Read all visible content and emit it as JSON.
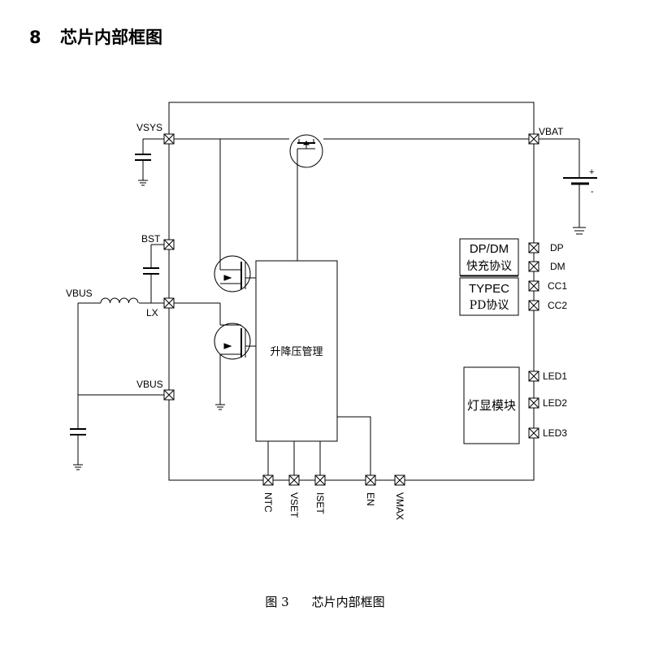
{
  "section": {
    "number": "8",
    "title": "芯片内部框图"
  },
  "caption": {
    "figure": "图 3",
    "title": "芯片内部框图"
  },
  "diagram": {
    "pins_left": [
      "VSYS",
      "BST",
      "LX",
      "VBUS"
    ],
    "pin_vbat": "VBAT",
    "external_vbus": "VBUS",
    "pins_right": [
      "DP",
      "DM",
      "CC1",
      "CC2",
      "LED1",
      "LED2",
      "LED3"
    ],
    "pins_bottom": [
      "NTC",
      "VSET",
      "ISET",
      "EN",
      "VMAX"
    ],
    "block_core": "升降压管理",
    "block_dpdm": {
      "line1": "DP/DM",
      "line2": "快充协议"
    },
    "block_typec": {
      "line1": "TYPEC",
      "line2": "PD协议"
    },
    "block_led": "灯显模块",
    "battery_plus": "+",
    "battery_minus": "-"
  }
}
